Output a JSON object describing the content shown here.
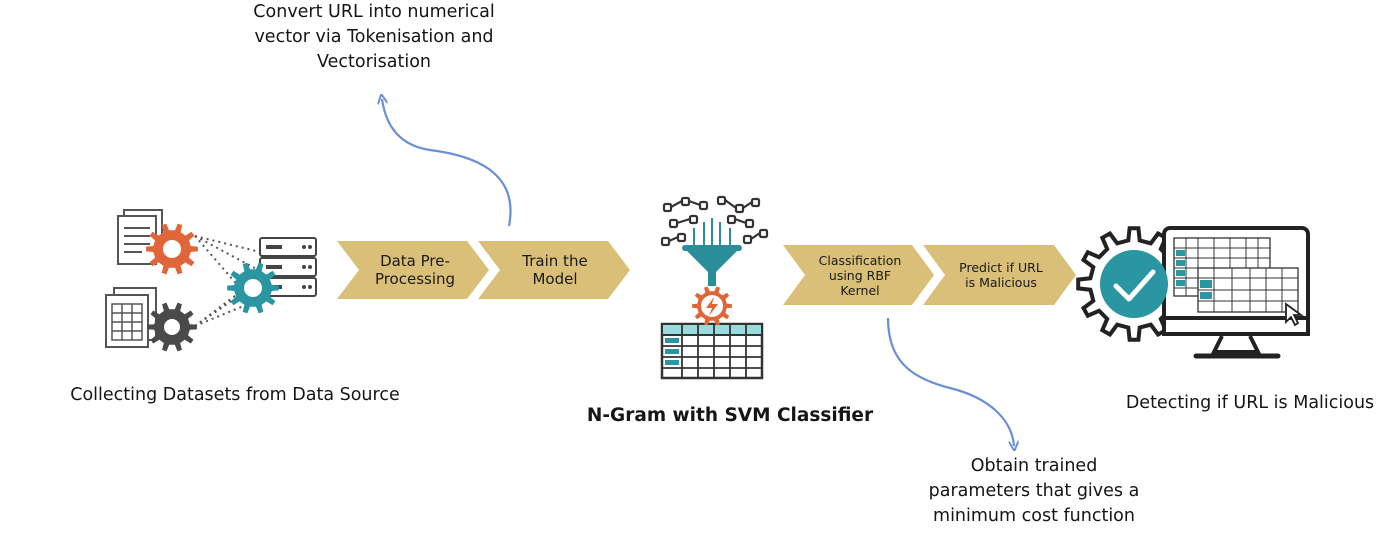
{
  "steps": [
    {
      "label": "Data Pre-\nProcessing"
    },
    {
      "label": "Train the\nModel"
    },
    {
      "label": "Classification\nusing RBF\nKernel"
    },
    {
      "label": "Predict if URL\nis Malicious"
    }
  ],
  "captions": {
    "collect": "Collecting Datasets from Data Source",
    "classifier": "N-Gram with SVM Classifier",
    "detect": "Detecting if URL is Malicious"
  },
  "annotations": {
    "tokenise": "Convert URL into numerical\nvector via Tokenisation and\nVectorisation",
    "parameters": "Obtain trained\nparameters that gives a\nminimum cost function"
  },
  "icons": {
    "collect": "documents-gears-server-icon",
    "classifier": "funnel-gear-table-icon",
    "detect": "monitor-checkmark-gear-icon"
  },
  "colors": {
    "chevron": "#d9bf78",
    "arrow": "#6b8fd6",
    "gear_orange": "#e0663a",
    "gear_teal": "#2a96a2",
    "gear_dark": "#4a4a4a",
    "table_accent": "#2a96a2"
  }
}
